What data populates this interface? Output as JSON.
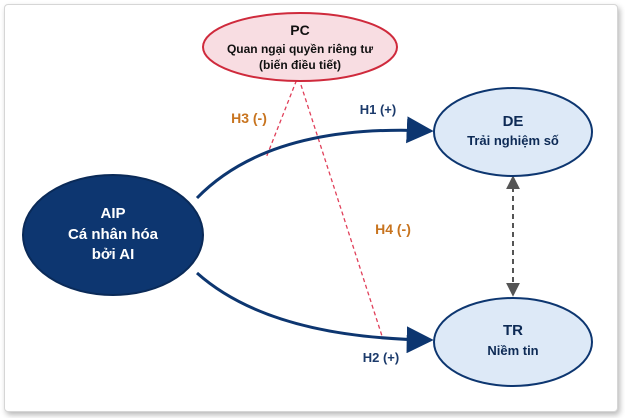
{
  "nodes": {
    "pc": {
      "code": "PC",
      "name": "Quan ngại quyền riêng tư",
      "note": "(biến điều tiết)",
      "fill": "#f8dde2",
      "stroke": "#cf2a3c",
      "text_color": "#111111"
    },
    "aip": {
      "code": "AIP",
      "name_line1": "Cá nhân hóa",
      "name_line2": "bởi AI",
      "fill": "#0d3670",
      "stroke": "#0a2a58",
      "text_color": "#ffffff"
    },
    "de": {
      "code": "DE",
      "name": "Trải nghiệm số",
      "fill": "#dde9f7",
      "stroke": "#0d3670",
      "text_color": "#0d2a55"
    },
    "tr": {
      "code": "TR",
      "name": "Niềm tin",
      "fill": "#dde9f7",
      "stroke": "#0d3670",
      "text_color": "#0d2a55"
    }
  },
  "hypotheses": {
    "h1": {
      "label": "H1 (+)",
      "color": "#1b3a6b"
    },
    "h2": {
      "label": "H2 (+)",
      "color": "#1b3a6b"
    },
    "h3": {
      "label": "H3 (-)",
      "color": "#c8741f"
    },
    "h4": {
      "label": "H4 (-)",
      "color": "#c8741f"
    }
  },
  "colors": {
    "arrow": "#0d3670",
    "moderation_line": "#e0405a",
    "correlation_line": "#555555"
  }
}
